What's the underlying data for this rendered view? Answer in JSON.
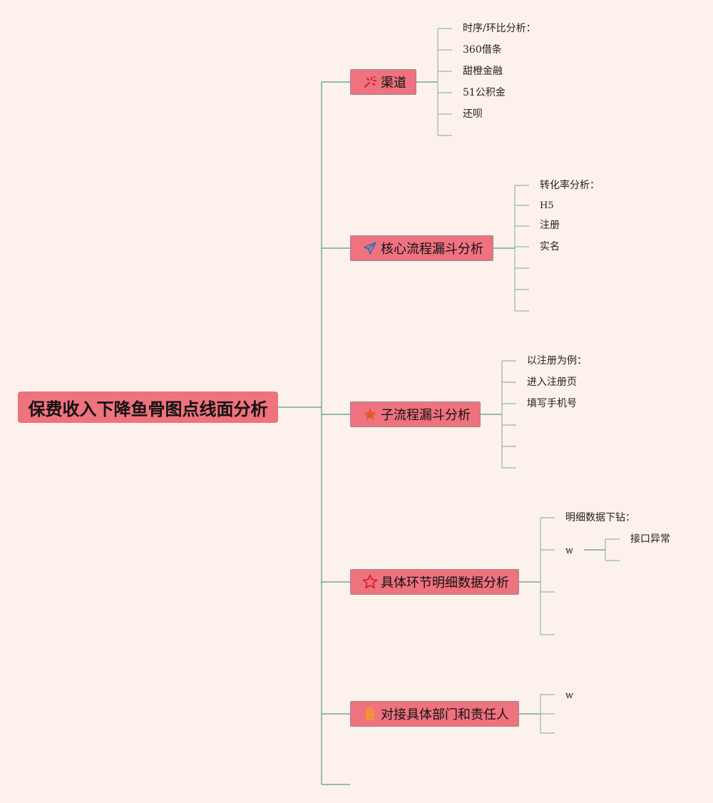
{
  "title": "保费收入下降鱼骨图点线面分析",
  "colors": {
    "background": "#fdf1ec",
    "node": "#ef727f",
    "line": "#5a9a86",
    "line_light": "#8fb9a8"
  },
  "branches": [
    {
      "label": "渠道",
      "icon": "fireworks-icon",
      "children": [
        "时序/环比分析：",
        "360借条",
        "甜橙金融",
        "51公积金",
        "还呗"
      ]
    },
    {
      "label": "核心流程漏斗分析",
      "icon": "paper-plane-icon",
      "children": [
        "转化率分析：",
        "H5",
        "注册",
        "实名"
      ]
    },
    {
      "label": "子流程漏斗分析",
      "icon": "star-filled-icon",
      "children": [
        "以注册为例：",
        "进入注册页",
        "填写手机号"
      ]
    },
    {
      "label": "具体环节明细数据分析",
      "icon": "star-outline-icon",
      "children": [
        "明细数据下钻：",
        "w"
      ],
      "sub": [
        "接口异常"
      ]
    },
    {
      "label": "对接具体部门和责任人",
      "icon": "award-icon",
      "children": [
        "w"
      ]
    }
  ]
}
